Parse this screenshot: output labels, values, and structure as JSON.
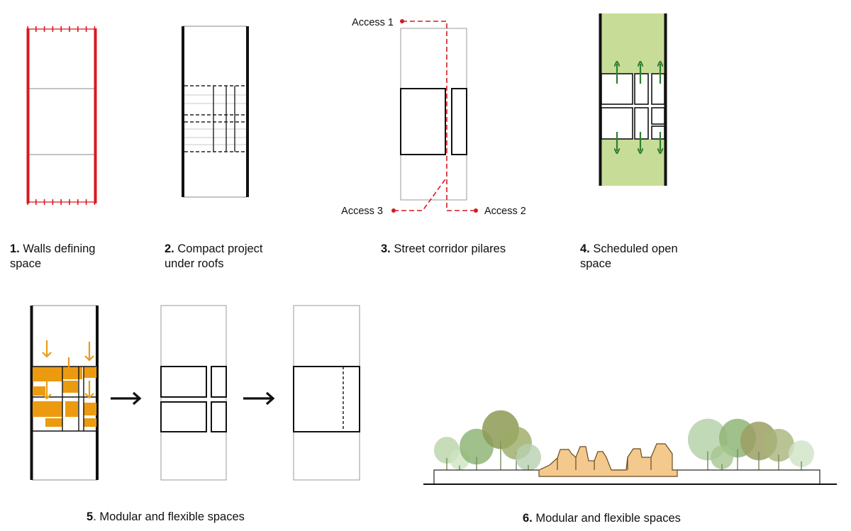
{
  "colors": {
    "wall_red": "#d7191f",
    "wall_black": "#111111",
    "open_space_green": "#c7dd97",
    "arrow_green": "#2e7d32",
    "module_orange": "#ec9a0f",
    "arrow_orange": "#e89b16",
    "roof_tan": "#f3c98d",
    "tree_green": "#8fb578"
  },
  "diagrams": [
    {
      "id": "walls",
      "number": "1.",
      "caption": "Walls defining space"
    },
    {
      "id": "compact",
      "number": "2.",
      "caption": "Compact project under roofs"
    },
    {
      "id": "corridor",
      "number": "3.",
      "caption": "Street corridor pilares",
      "access": [
        "Access 1",
        "Access 2",
        "Access 3"
      ]
    },
    {
      "id": "open",
      "number": "4.",
      "caption": "Scheduled open space"
    },
    {
      "id": "modular",
      "number": "5",
      "caption": ". Modular and flexible spaces"
    },
    {
      "id": "section",
      "number": "6.",
      "caption": "Modular and flexible spaces"
    }
  ]
}
